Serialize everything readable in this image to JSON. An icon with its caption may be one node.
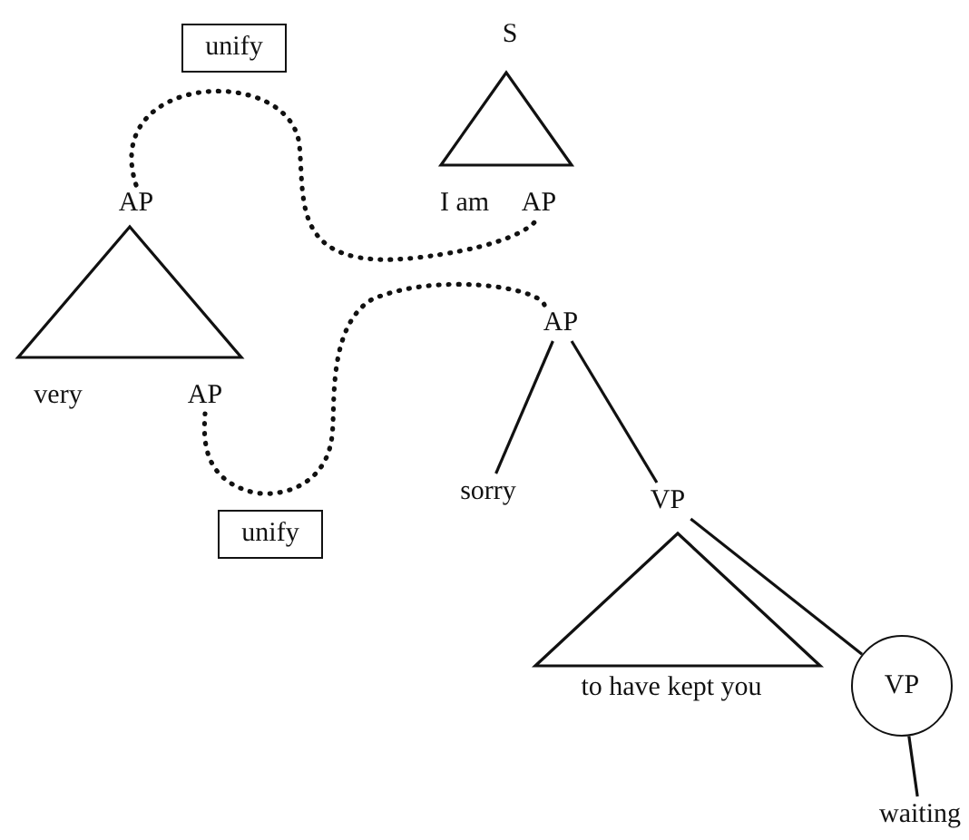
{
  "diagram": {
    "nodes": [
      {
        "text": [
          "unify"
        ]
      },
      {
        "text": [
          "S"
        ]
      },
      {
        "text": [
          "I am"
        ]
      },
      {
        "text": [
          "AP"
        ]
      },
      {
        "text": [
          "AP"
        ]
      },
      {
        "text": [
          "very"
        ]
      },
      {
        "text": [
          "AP"
        ]
      },
      {
        "text": [
          "AP"
        ]
      },
      {
        "text": [
          "sorry"
        ]
      },
      {
        "text": [
          "VP"
        ]
      },
      {
        "text": [
          "to have kept you"
        ]
      },
      {
        "text": [
          "VP"
        ]
      },
      {
        "text": [
          "waiting"
        ]
      },
      {
        "text": [
          "unify"
        ]
      },
      {
        "text": [],
        "shape": "triangle"
      },
      {
        "text": [],
        "shape": "triangle"
      },
      {
        "text": [],
        "shape": "triangle"
      }
    ],
    "edges": [
      {
        "from": 4,
        "to": 3,
        "arrow": "none",
        "style": "dashed"
      },
      {
        "from": 7,
        "to": 6,
        "arrow": "none",
        "style": "dashed"
      },
      {
        "from": 7,
        "to": 8,
        "arrow": "none"
      },
      {
        "from": 7,
        "to": 9,
        "arrow": "none"
      },
      {
        "from": 9,
        "to": 11,
        "arrow": "none"
      },
      {
        "from": 11,
        "to": 12,
        "arrow": "none"
      }
    ]
  }
}
